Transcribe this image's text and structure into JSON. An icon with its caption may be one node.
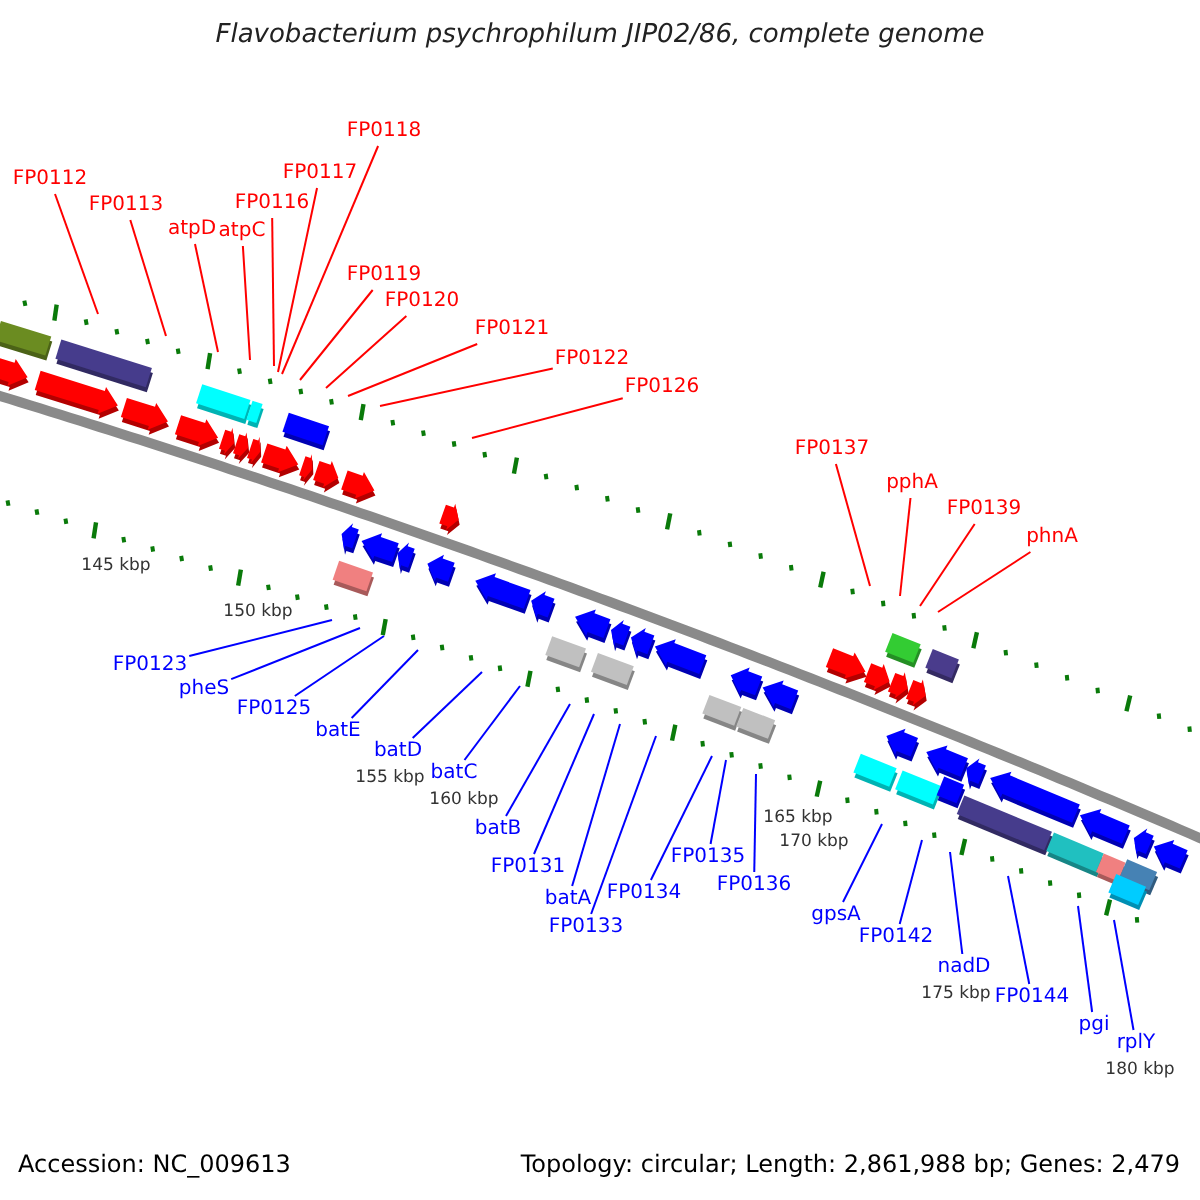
{
  "diagram": {
    "title": "Flavobacterium psychrophilum JIP02/86, complete genome",
    "nodes": [
      {
        "text": [
          "FP0112"
        ]
      },
      {
        "text": [
          "FP0113"
        ]
      },
      {
        "text": [
          "atpD"
        ]
      },
      {
        "text": [
          "atpC"
        ]
      },
      {
        "text": [
          "FP0116"
        ]
      },
      {
        "text": [
          "FP0117"
        ]
      },
      {
        "text": [
          "FP0118"
        ]
      },
      {
        "text": [
          "FP0119"
        ]
      },
      {
        "text": [
          "FP0120"
        ]
      },
      {
        "text": [
          "FP0121"
        ]
      },
      {
        "text": [
          "FP0122"
        ]
      },
      {
        "text": [
          "FP0126"
        ]
      },
      {
        "text": [
          "FP0137"
        ]
      },
      {
        "text": [
          "pphA"
        ]
      },
      {
        "text": [
          "FP0139"
        ]
      },
      {
        "text": [
          "phnA"
        ]
      },
      {
        "text": [
          "FP0123"
        ]
      },
      {
        "text": [
          "pheS"
        ]
      },
      {
        "text": [
          "FP0125"
        ]
      },
      {
        "text": [
          "batE"
        ]
      },
      {
        "text": [
          "batD"
        ]
      },
      {
        "text": [
          "batC"
        ]
      },
      {
        "text": [
          "batB"
        ]
      },
      {
        "text": [
          "FP0131"
        ]
      },
      {
        "text": [
          "batA"
        ]
      },
      {
        "text": [
          "FP0133"
        ]
      },
      {
        "text": [
          "FP0135"
        ]
      },
      {
        "text": [
          "FP0134"
        ]
      },
      {
        "text": [
          "FP0136"
        ]
      },
      {
        "text": [
          "gpsA"
        ]
      },
      {
        "text": [
          "FP0142"
        ]
      },
      {
        "text": [
          "nadD"
        ]
      },
      {
        "text": [
          "FP0144"
        ]
      },
      {
        "text": [
          "pgi"
        ]
      },
      {
        "text": [
          "rplY"
        ]
      }
    ],
    "edges": [
      {
        "from": 0,
        "to": null,
        "arrow": "none",
        "color": "#ff0000"
      },
      {
        "from": 1,
        "to": null,
        "arrow": "none",
        "color": "#ff0000"
      },
      {
        "from": 2,
        "to": null,
        "arrow": "none",
        "color": "#ff0000"
      },
      {
        "from": 3,
        "to": null,
        "arrow": "none",
        "color": "#ff0000"
      },
      {
        "from": 4,
        "to": null,
        "arrow": "none",
        "color": "#ff0000"
      },
      {
        "from": 5,
        "to": null,
        "arrow": "none",
        "color": "#ff0000"
      },
      {
        "from": 6,
        "to": null,
        "arrow": "none",
        "color": "#ff0000"
      },
      {
        "from": 7,
        "to": null,
        "arrow": "none",
        "color": "#ff0000"
      },
      {
        "from": 8,
        "to": null,
        "arrow": "none",
        "color": "#ff0000"
      },
      {
        "from": 9,
        "to": null,
        "arrow": "none",
        "color": "#ff0000"
      },
      {
        "from": 10,
        "to": null,
        "arrow": "none",
        "color": "#ff0000"
      },
      {
        "from": 11,
        "to": null,
        "arrow": "none",
        "color": "#ff0000"
      },
      {
        "from": 12,
        "to": null,
        "arrow": "none",
        "color": "#ff0000"
      },
      {
        "from": 13,
        "to": null,
        "arrow": "none",
        "color": "#ff0000"
      },
      {
        "from": 14,
        "to": null,
        "arrow": "none",
        "color": "#ff0000"
      },
      {
        "from": 15,
        "to": null,
        "arrow": "none",
        "color": "#ff0000"
      },
      {
        "from": 16,
        "to": null,
        "arrow": "none"
      },
      {
        "from": 17,
        "to": null,
        "arrow": "none"
      },
      {
        "from": 18,
        "to": null,
        "arrow": "none"
      },
      {
        "from": 19,
        "to": null,
        "arrow": "none"
      },
      {
        "from": 20,
        "to": null,
        "arrow": "none"
      },
      {
        "from": 21,
        "to": null,
        "arrow": "none"
      },
      {
        "from": 22,
        "to": null,
        "arrow": "none"
      },
      {
        "from": 23,
        "to": null,
        "arrow": "none"
      },
      {
        "from": 24,
        "to": null,
        "arrow": "none"
      },
      {
        "from": 25,
        "to": null,
        "arrow": "none"
      },
      {
        "from": 26,
        "to": null,
        "arrow": "none"
      },
      {
        "from": 27,
        "to": null,
        "arrow": "none"
      },
      {
        "from": 28,
        "to": null,
        "arrow": "none"
      },
      {
        "from": 29,
        "to": null,
        "arrow": "none"
      },
      {
        "from": 30,
        "to": null,
        "arrow": "none"
      },
      {
        "from": 31,
        "to": null,
        "arrow": "none"
      },
      {
        "from": 32,
        "to": null,
        "arrow": "none"
      },
      {
        "from": 33,
        "to": null,
        "arrow": "none"
      },
      {
        "from": 34,
        "to": null,
        "arrow": "none"
      }
    ],
    "labels": [
      "145 kbp",
      "150 kbp",
      "155 kbp",
      "160 kbp",
      "165 kbp",
      "170 kbp",
      "175 kbp",
      "180 kbp",
      "Accession: NC_009613",
      "Topology: circular; Length: 2,861,988 bp; Genes: 2,479"
    ]
  }
}
